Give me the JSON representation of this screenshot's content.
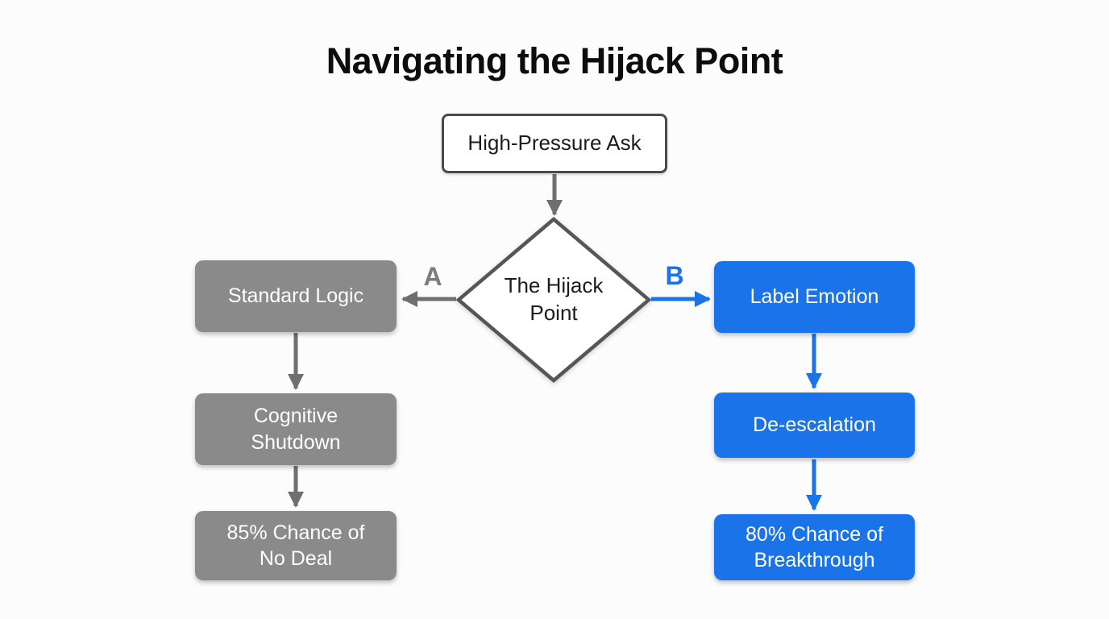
{
  "title": "Navigating the Hijack Point",
  "colors": {
    "accent_blue": "#1a73e8",
    "gray_node": "#8a8a8a",
    "outline_dark_gray": "#4a4a4a",
    "diamond_border": "#55565a",
    "arrow_gray": "#6f6f6f",
    "edge_label_a": "#7d7d7d",
    "node_text": "#ffffff",
    "background": "#fcfcfc",
    "title_color": "#0d0d0d"
  },
  "nodes": {
    "start": {
      "label": "High-Pressure Ask"
    },
    "decision": {
      "label": "The Hijack\nPoint"
    },
    "path_a": {
      "edge_label": "A",
      "steps": [
        {
          "label": "Standard Logic"
        },
        {
          "label": "Cognitive\nShutdown"
        },
        {
          "label": "85% Chance of\nNo Deal"
        }
      ]
    },
    "path_b": {
      "edge_label": "B",
      "steps": [
        {
          "label": "Label Emotion"
        },
        {
          "label": "De-escalation"
        },
        {
          "label": "80% Chance of\nBreakthrough"
        }
      ]
    }
  }
}
